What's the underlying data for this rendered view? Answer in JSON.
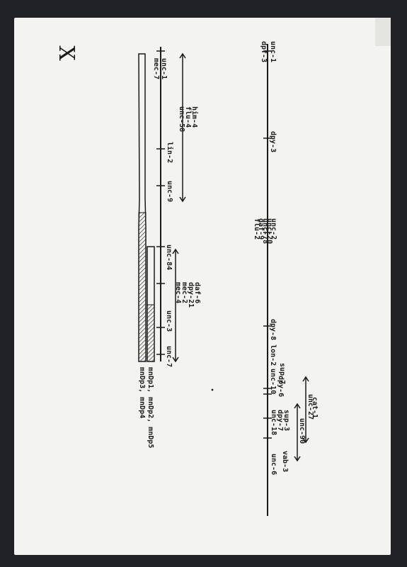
{
  "document": {
    "chromosome_label": "X",
    "main_map": {
      "labels_left": {
        "g1": [
          "dpf-3",
          "unc-1"
        ],
        "g2": [
          "dpy-3"
        ],
        "g3": [
          "flu-2",
          "daf-9",
          "unc-78",
          "unc-20",
          "unc-2"
        ],
        "g4": [
          "dpy-8 lon-2"
        ],
        "g5": [
          "sup-7",
          "unc-10"
        ],
        "g6": [
          "dpy-6"
        ],
        "g7": [
          "sup-3",
          "dpy-7",
          "unc-18"
        ],
        "g8": [
          "unc-6"
        ],
        "g9": [
          "vab-3"
        ]
      },
      "labels_right": {
        "cat": "cat-1",
        "unc27": "unc-27",
        "unc90": "unc-90"
      }
    },
    "inset_map": {
      "labels": {
        "mec": [
          "mec-7",
          "unc-1"
        ],
        "him": [
          "him-4",
          "flu-4",
          "unc-58"
        ],
        "lin2": [
          "lin-2"
        ],
        "unc9": [
          "unc-9"
        ],
        "unc84": [
          "unc-84"
        ],
        "daf6": [
          "daf-6",
          "dpy-21",
          "mec-2",
          "mec-4"
        ],
        "unc3": [
          "unc-3"
        ],
        "unc7": [
          "unc-7"
        ]
      },
      "dup_labels": [
        "mnDp1, mnDp2, mnDp5",
        "mnDp3, mnDp4"
      ]
    }
  }
}
